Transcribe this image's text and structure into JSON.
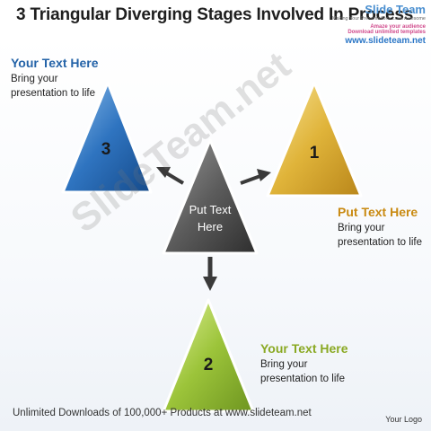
{
  "title": "3 Triangular Diverging Stages Involved In Process",
  "logo": {
    "name": "Slide Team",
    "tagline": "Making Your Presentations Look Awesome",
    "line1": "Amaze your audience",
    "line2": "Download unlimited templates",
    "url": "www.slideteam.net"
  },
  "center": {
    "label_line1": "Put Text",
    "label_line2": "Here"
  },
  "stages": [
    {
      "number": "3",
      "color": "#2f74c0"
    },
    {
      "number": "1",
      "color": "#e0b43a"
    },
    {
      "number": "2",
      "color": "#9cc43a"
    }
  ],
  "callouts": {
    "top_left": {
      "heading": "Your Text Here",
      "line1": "Bring your",
      "line2": "presentation to life",
      "color": "#2463a8"
    },
    "right": {
      "heading": "Put Text Here",
      "line1": "Bring your",
      "line2": "presentation to life",
      "color": "#c98a12"
    },
    "bottom_right": {
      "heading": "Your Text Here",
      "line1": "Bring your",
      "line2": "presentation to life",
      "color": "#8aa923"
    }
  },
  "watermark": "SlideTeam.net",
  "footer": "Unlimited Downloads of 100,000+ Products at www.slideteam.net",
  "your_logo": "Your Logo"
}
